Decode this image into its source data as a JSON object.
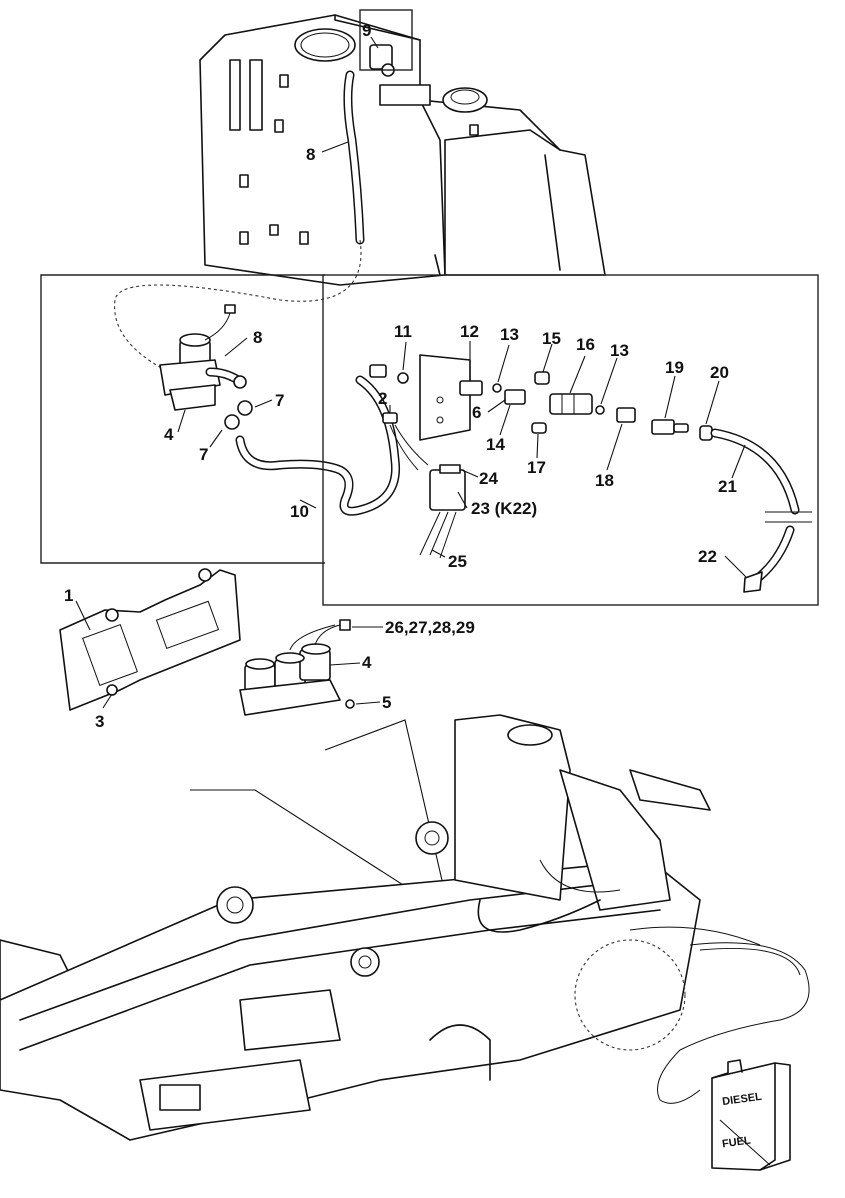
{
  "figure": {
    "callouts": {
      "c9": "9",
      "c8_top": "8",
      "c8_inset": "8",
      "c7_a": "7",
      "c7_b": "7",
      "c4_inset": "4",
      "c10": "10",
      "c11": "11",
      "c12": "12",
      "c13_a": "13",
      "c15": "15",
      "c16": "16",
      "c13_b": "13",
      "c19": "19",
      "c20": "20",
      "c2": "2",
      "c6": "6",
      "c14": "14",
      "c17": "17",
      "c18": "18",
      "c21": "21",
      "c24": "24",
      "c23": "23 (K22)",
      "c25": "25",
      "c22": "22",
      "c1": "1",
      "c26": "26,27,28,29",
      "c4_bracket": "4",
      "c5": "5",
      "c3": "3"
    },
    "fuel_can": {
      "label_top": "DIESEL",
      "label_bottom": "FUEL"
    }
  }
}
